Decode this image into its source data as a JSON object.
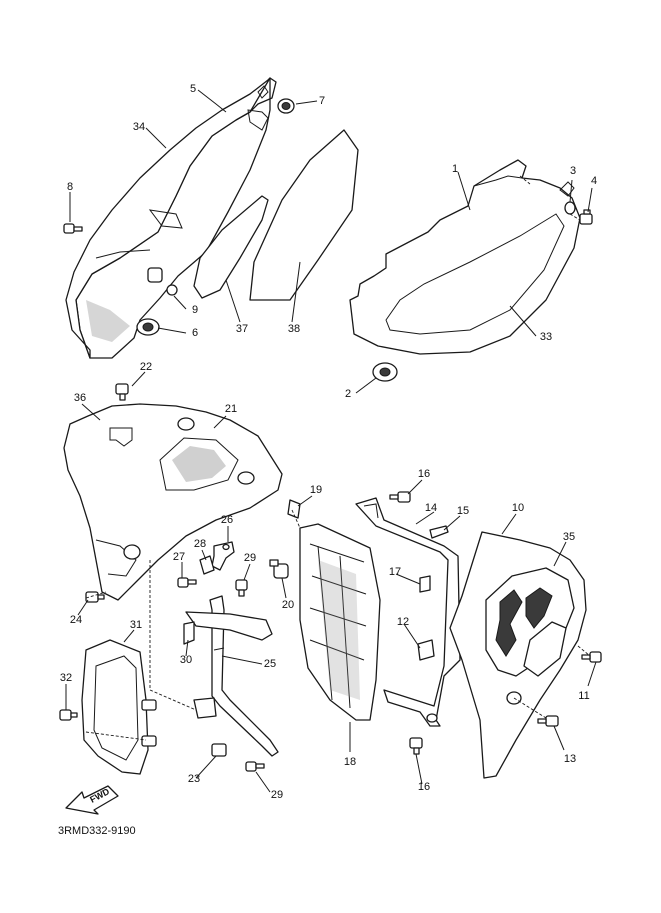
{
  "diagram_code": "3RMD332-9190",
  "fwd_label": "FWD",
  "callouts": {
    "c1": "1",
    "c2": "2",
    "c3": "3",
    "c4": "4",
    "c5": "5",
    "c6": "6",
    "c7": "7",
    "c8": "8",
    "c9": "9",
    "c10": "10",
    "c11": "11",
    "c12": "12",
    "c13": "13",
    "c14": "14",
    "c15": "15",
    "c16a": "16",
    "c16b": "16",
    "c17": "17",
    "c18": "18",
    "c19": "19",
    "c20": "20",
    "c21": "21",
    "c22": "22",
    "c23": "23",
    "c24": "24",
    "c25": "25",
    "c26": "26",
    "c27": "27",
    "c28": "28",
    "c29a": "29",
    "c29b": "29",
    "c30": "30",
    "c31": "31",
    "c32": "32",
    "c33": "33",
    "c34": "34",
    "c35": "35",
    "c36": "36",
    "c37": "37",
    "c38": "38"
  }
}
